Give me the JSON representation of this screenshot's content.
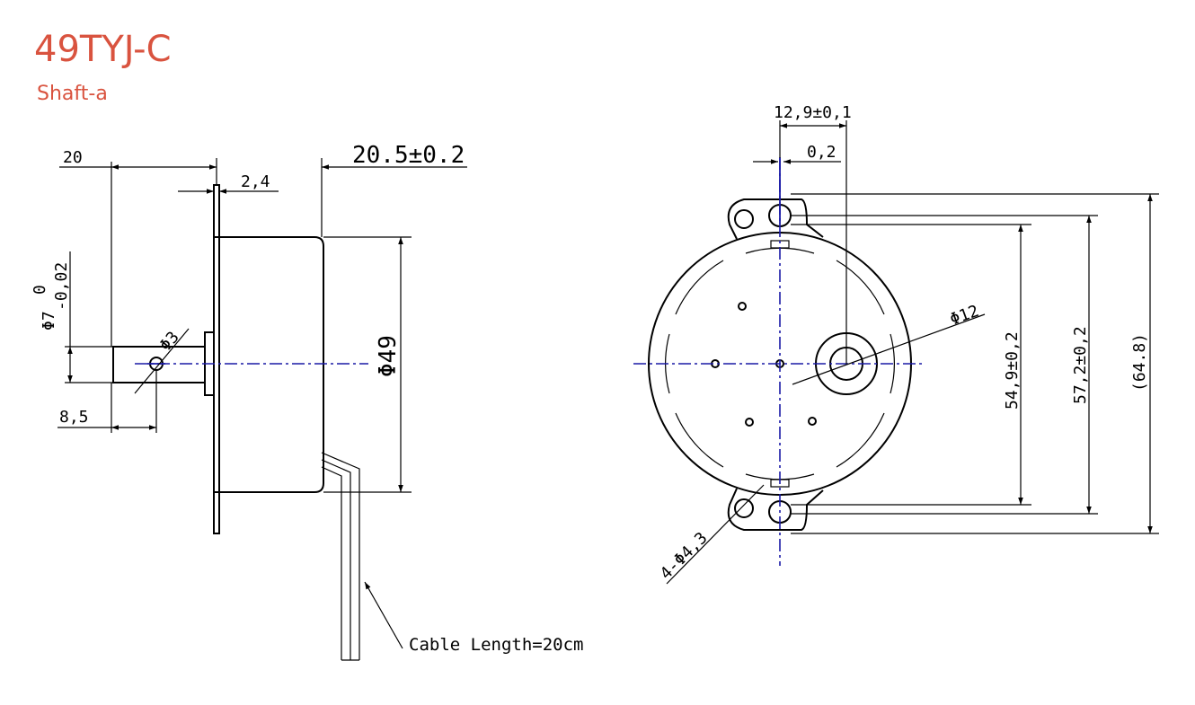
{
  "header": {
    "title": "49TYJ-C",
    "subtitle": "Shaft-a"
  },
  "colors": {
    "title": "#d9533f",
    "centerline": "#1a1aa6",
    "line": "#000000"
  },
  "side_view": {
    "dim_shaft_length": "20",
    "dim_body_length": "20.5±0.2",
    "dim_flange": "2,4",
    "dim_shaft_diameter_top": "0",
    "dim_shaft_diameter_bottom": "-0,02",
    "dim_shaft_diameter_symbol": "Φ7",
    "dim_hole": "Φ3",
    "dim_flat": "8,5",
    "dim_body_diameter": "Φ49",
    "cable_label": "Cable Length=20cm"
  },
  "front_view": {
    "dim_offset": "12,9±0,1",
    "dim_small": "0,2",
    "dim_boss": "Φ12",
    "dim_holes": "4-Φ4,3",
    "dim_a": "54,9±0,2",
    "dim_b": "57,2±0,2",
    "dim_c": "(64.8)"
  }
}
